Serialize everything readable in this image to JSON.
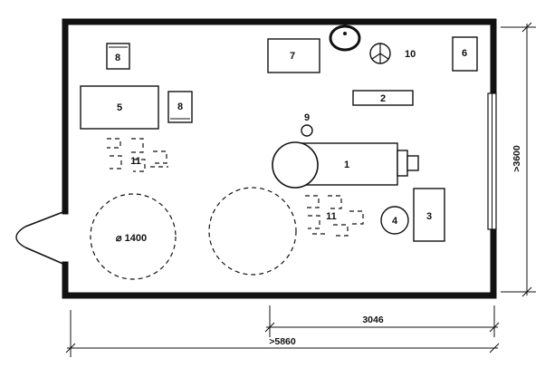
{
  "labels": {
    "centrifuge": "1",
    "bench_2": "2",
    "cabinet_3": "3",
    "tank_4": "4",
    "table_5": "5",
    "cabinet_6": "6",
    "cabinet_7": "7",
    "stool_8a": "8",
    "stool_8b": "8",
    "small_item_9": "9",
    "fan_10": "10",
    "chairs_11a": "11",
    "chairs_11b": "11",
    "diameter_note": "⌀ 1400"
  },
  "dimensions": {
    "room_height": ">3600",
    "partial_width": "3046",
    "total_width": ">5860"
  }
}
